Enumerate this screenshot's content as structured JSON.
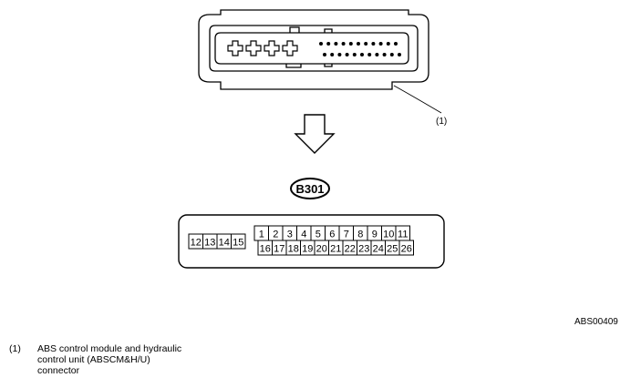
{
  "figure": {
    "callout_number": "(1)",
    "connector_id": "B301",
    "figure_code": "ABS00409"
  },
  "pinout": {
    "left_block": [
      "12",
      "13",
      "14",
      "15"
    ],
    "top_row": [
      "1",
      "2",
      "3",
      "4",
      "5",
      "6",
      "7",
      "8",
      "9",
      "10",
      "11"
    ],
    "bottom_row": [
      "16",
      "17",
      "18",
      "19",
      "20",
      "21",
      "22",
      "23",
      "24",
      "25",
      "26"
    ]
  },
  "legend": {
    "items": [
      {
        "number": "(1)",
        "text_lines": [
          "ABS control module and hydraulic",
          "control unit (ABSCM&H/U)",
          "connector"
        ]
      }
    ]
  }
}
